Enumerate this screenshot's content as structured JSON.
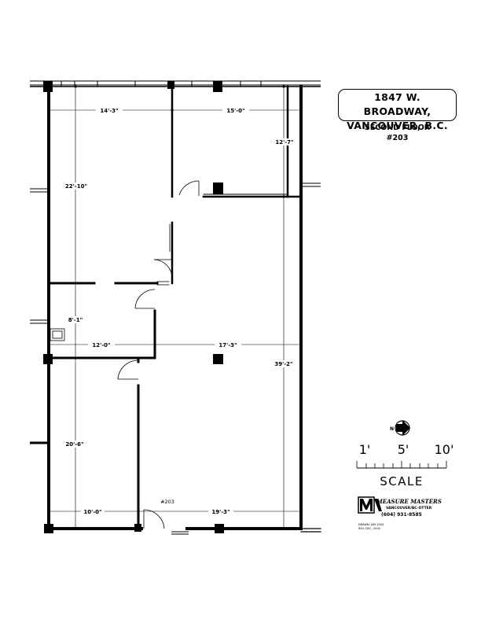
{
  "title": {
    "line1": "1847 W. BROADWAY,",
    "line2": "VANCOUVER, B.C."
  },
  "floor": "SECOND FLOOR",
  "unit": "#203",
  "unit_label": "#203",
  "dimensions": {
    "top_left_width": "14'-3\"",
    "top_right_width": "15'-0\"",
    "top_right_depth": "12'-7\"",
    "left_room_depth": "22'-10\"",
    "small_room_depth": "8'-1\"",
    "mid_left_width": "12'-0\"",
    "mid_right_width": "17'-3\"",
    "right_depth": "39'-2\"",
    "bottom_left_depth": "20'-6\"",
    "bottom_left_width": "10'-0\"",
    "bottom_right_width": "19'-3\""
  },
  "north_label": "N",
  "scale": {
    "labels": [
      "1'",
      "5'",
      "10'"
    ],
    "word": "SCALE"
  },
  "company": {
    "name": "MEASURE MASTERS",
    "city": "VANCOUVER/BC-OTTER",
    "phone": "(604) 931-8585",
    "drawn": "DRAWN: JAN 2004",
    "rev": "REV. DEC. 2005"
  }
}
